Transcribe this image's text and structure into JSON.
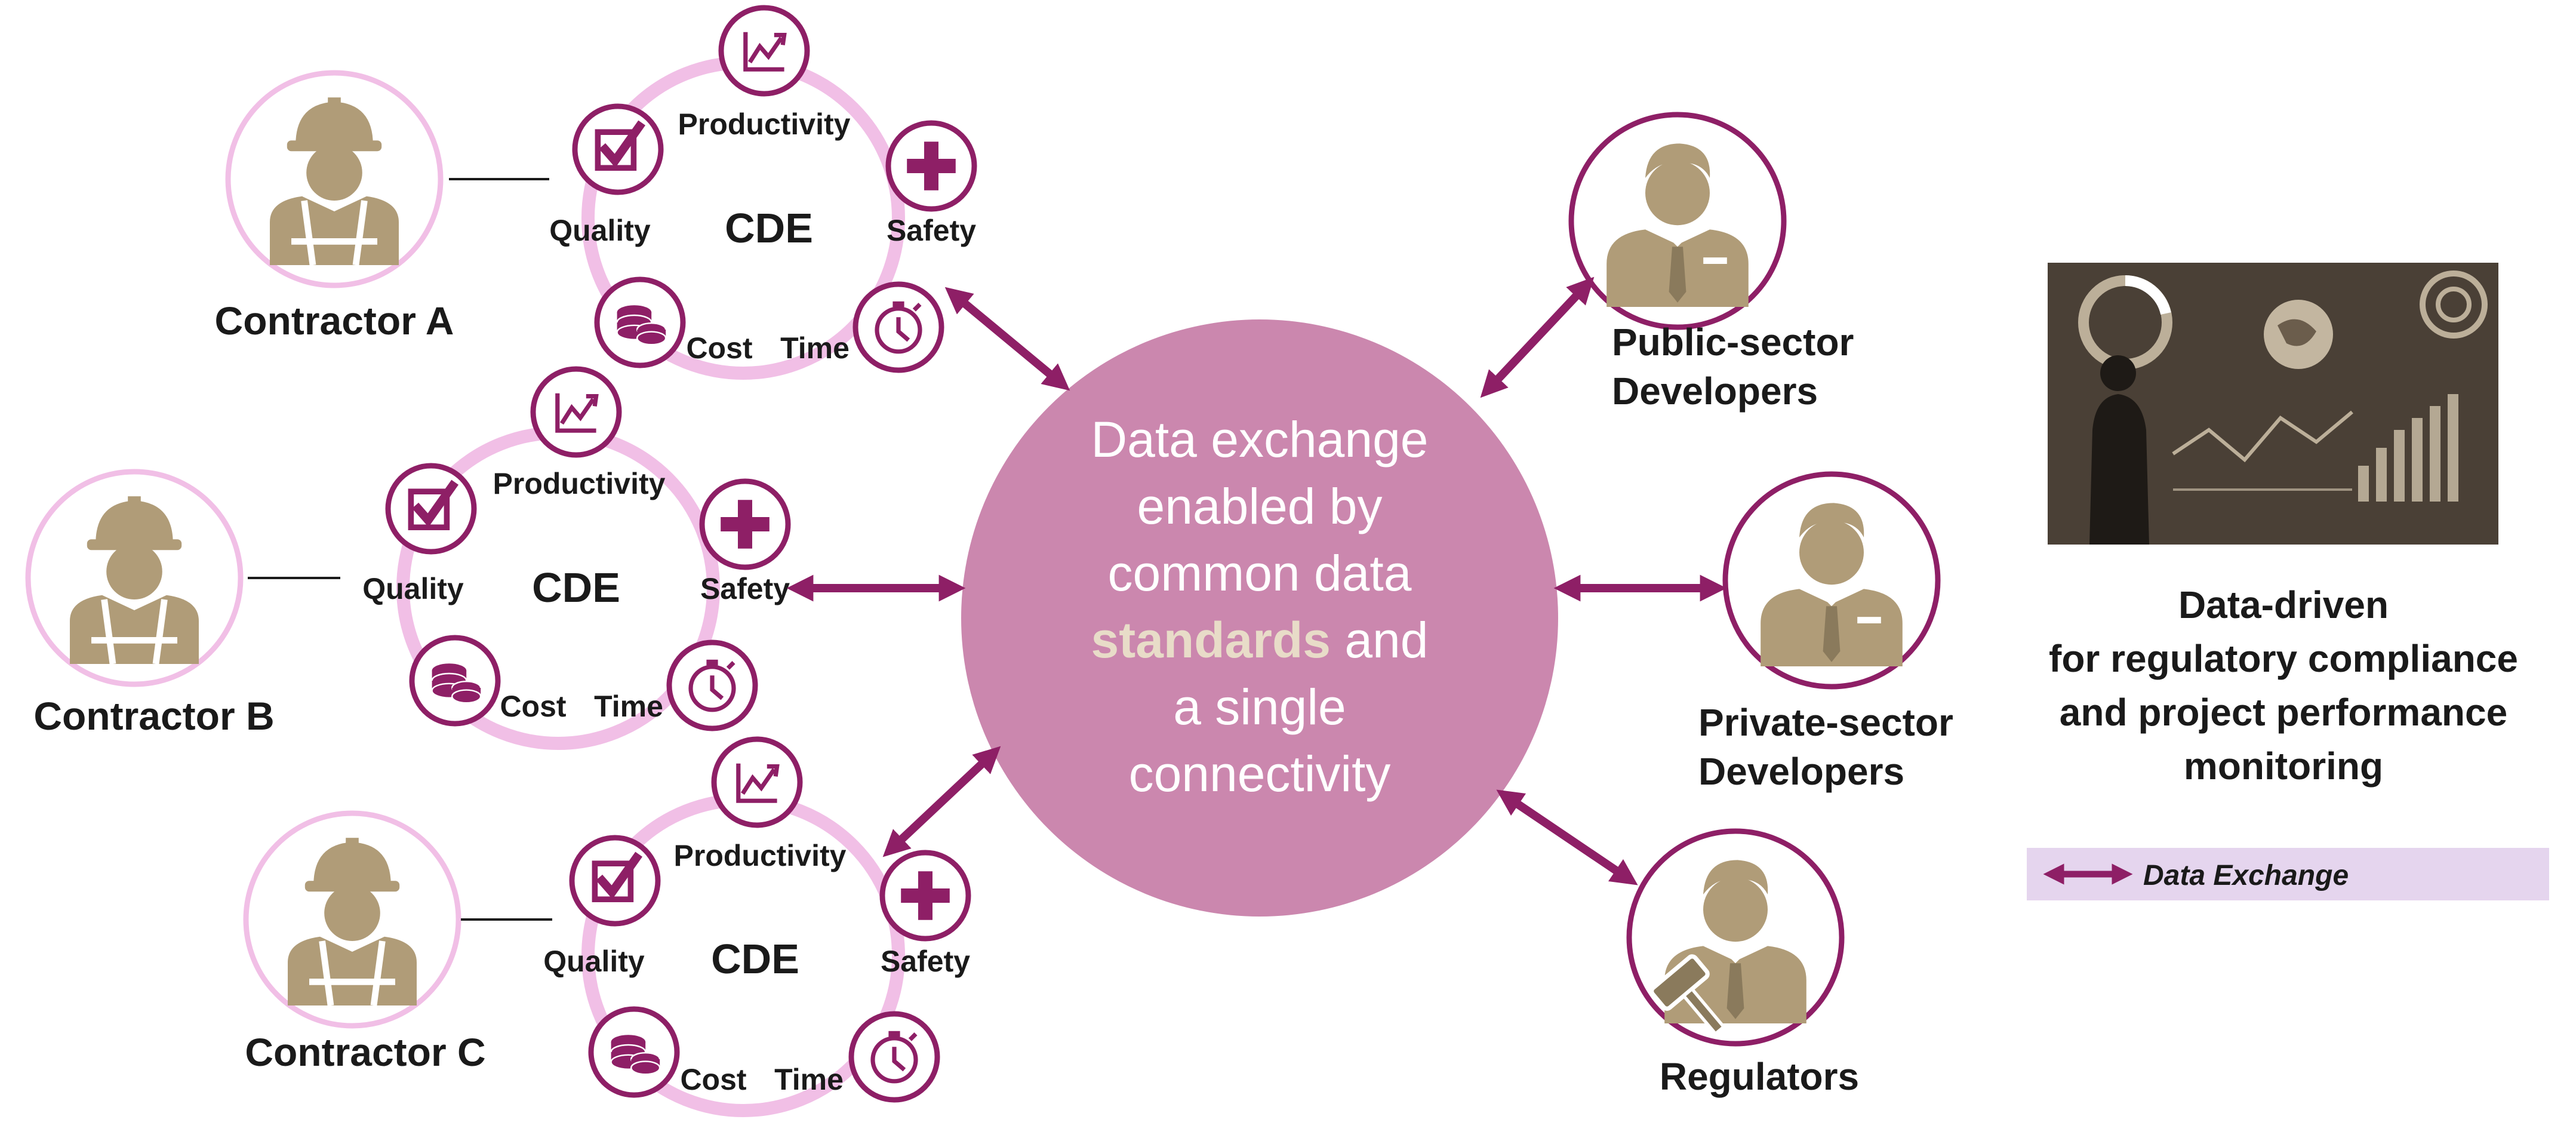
{
  "colors": {
    "magenta": "#8e1f66",
    "ring": "#f1bfe6",
    "hub_fill": "#cb87ae",
    "gold": "#b09c78",
    "hub_text": "#ffffff",
    "hub_emphasis": "#e8dcc8",
    "legend_bg": "#e5d5ee"
  },
  "contractors": [
    {
      "name": "Contractor A"
    },
    {
      "name": "Contractor B"
    },
    {
      "name": "Contractor C"
    }
  ],
  "cde": {
    "label": "CDE",
    "metrics": {
      "productivity": "Productivity",
      "quality": "Quality",
      "safety": "Safety",
      "cost": "Cost",
      "time": "Time"
    }
  },
  "hub": {
    "line1": "Data exchange",
    "line2": "enabled by",
    "line3": "common data",
    "line4a": "standards",
    "line4b": " and",
    "line5": "a single",
    "line6": "connectivity"
  },
  "stakeholders": [
    {
      "line1": "Public-sector",
      "line2": "Developers"
    },
    {
      "line1": "Private-sector",
      "line2": "Developers"
    },
    {
      "line1": "Regulators"
    }
  ],
  "side_panel": {
    "line1": "Data-driven",
    "line2": "for regulatory compliance",
    "line3": "and project performance",
    "line4": "monitoring"
  },
  "legend": {
    "label": "Data Exchange"
  }
}
